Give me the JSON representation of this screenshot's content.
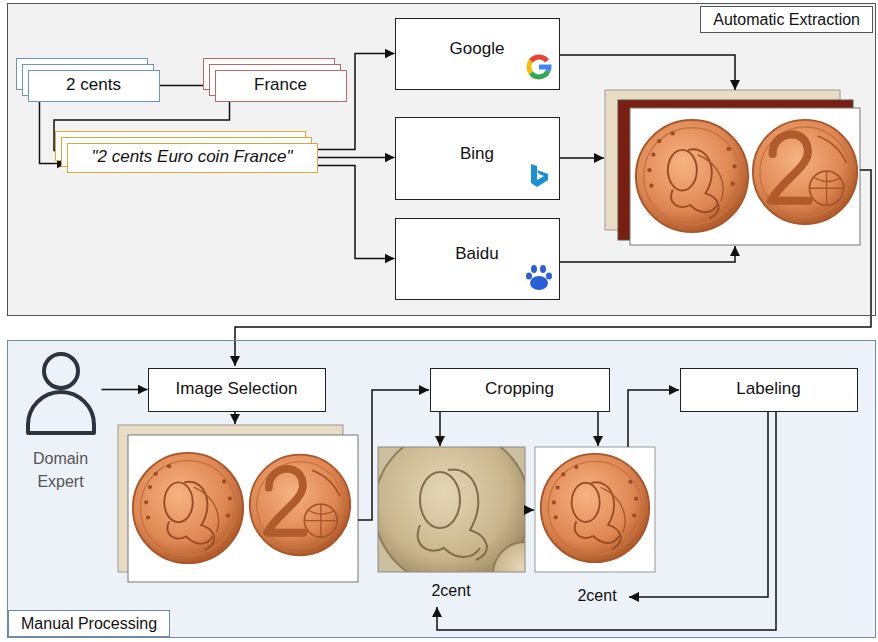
{
  "diagram": {
    "nodes": [
      {
        "text": [
          "Automatic Extraction"
        ]
      },
      {
        "text": [
          "2 cents"
        ],
        "in": 0
      },
      {
        "text": [
          "France"
        ],
        "in": 0
      },
      {
        "text": [
          "\"2 cents Euro coin France\""
        ],
        "in": 0
      },
      {
        "text": [
          "Google"
        ],
        "in": 0
      },
      {
        "text": [
          "Bing"
        ],
        "in": 0
      },
      {
        "text": [
          "Baidu"
        ],
        "in": 0
      },
      {
        "text": [
          "Manual Processing"
        ]
      },
      {
        "text": [
          "Domain Expert"
        ],
        "in": 7
      },
      {
        "text": [
          "Image Selection"
        ],
        "in": 7
      },
      {
        "text": [
          "Cropping"
        ],
        "in": 7
      },
      {
        "text": [
          "Labeling"
        ],
        "in": 7
      }
    ],
    "edges": [
      {
        "from": 1,
        "to": 2,
        "arrow": "to"
      },
      {
        "from": 1,
        "to": 3,
        "arrow": "to"
      },
      {
        "from": 2,
        "to": 3,
        "arrow": "to"
      },
      {
        "from": 3,
        "to": 4,
        "arrow": "to"
      },
      {
        "from": 3,
        "to": 5,
        "arrow": "to"
      },
      {
        "from": 3,
        "to": 6,
        "arrow": "to"
      },
      {
        "from": 8,
        "to": 9,
        "arrow": "to"
      }
    ],
    "labels": [
      "2cent",
      "2cent"
    ]
  }
}
